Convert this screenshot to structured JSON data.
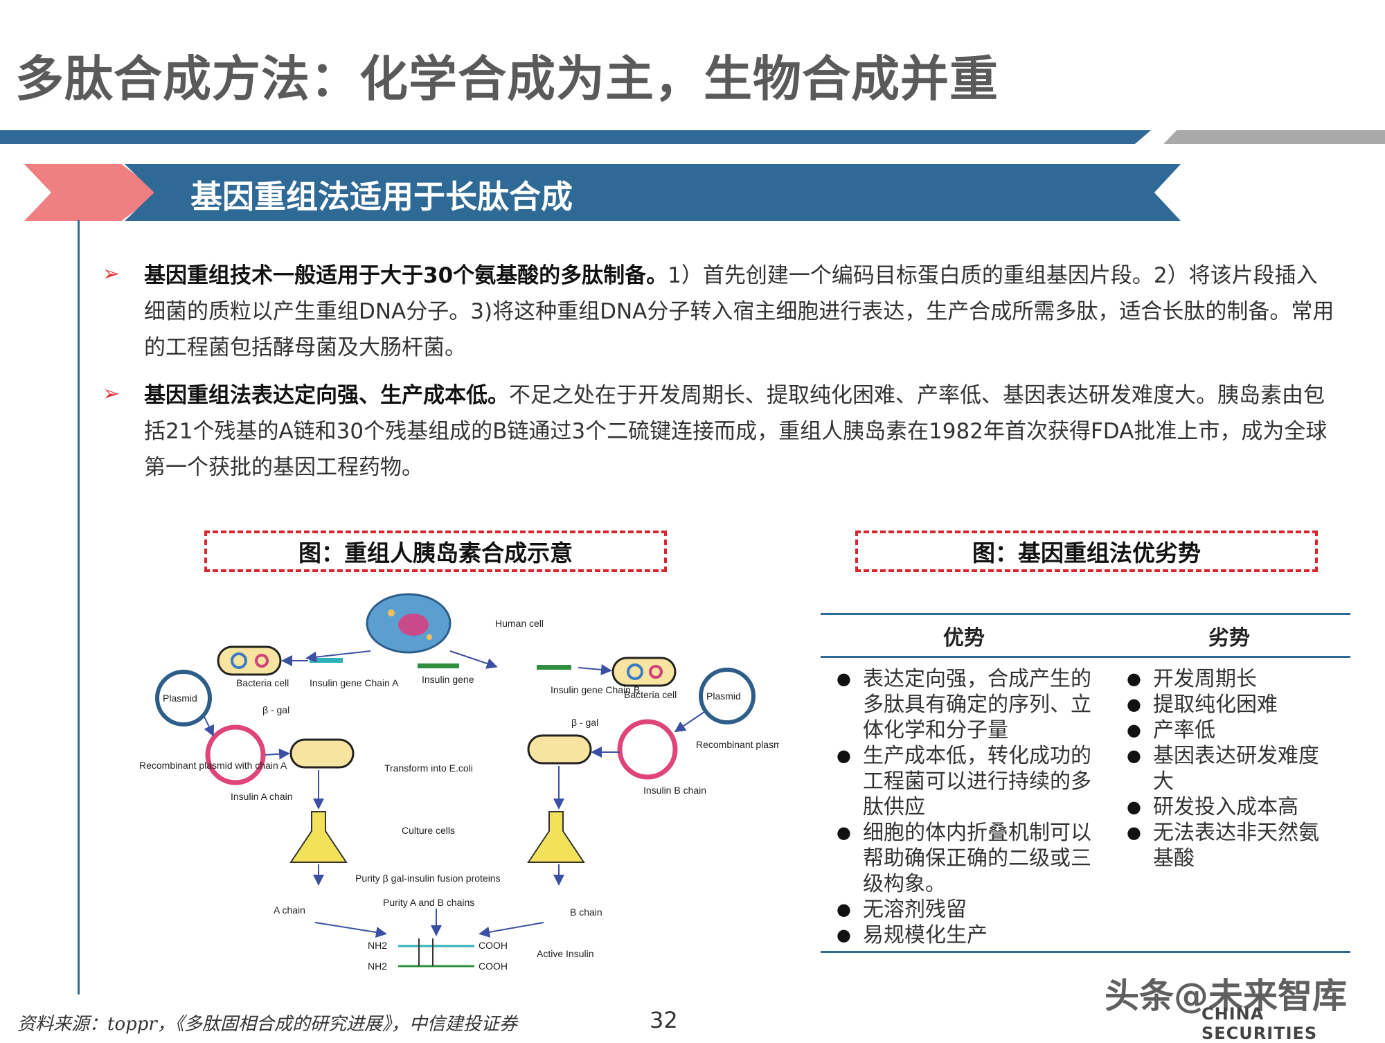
{
  "title": "多肽合成方法：化学合成为主，生物合成并重",
  "banner": "基因重组法适用于长肽合成",
  "paragraphs": [
    {
      "bold": "基因重组技术一般适用于大于30个氨基酸的多肽制备。",
      "text": "1）首先创建一个编码目标蛋白质的重组基因片段。2）将该片段插入细菌的质粒以产生重组DNA分子。3)将这种重组DNA分子转入宿主细胞进行表达，生产合成所需多肽，适合长肽的制备。常用的工程菌包括酵母菌及大肠杆菌。"
    },
    {
      "bold": "基因重组法表达定向强、生产成本低。",
      "text": "不足之处在于开发周期长、提取纯化困难、产率低、基因表达研发难度大。胰岛素由包括21个残基的A链和30个残基组成的B链通过3个二硫键连接而成，重组人胰岛素在1982年首次获得FDA批准上市，成为全球第一个获批的基因工程药物。"
    }
  ],
  "figure_left_title": "图：重组人胰岛素合成示意",
  "figure_right_title": "图：基因重组法优劣势",
  "diagram_labels": {
    "human_cell": "Human cell",
    "insulin_gene": "Insulin gene",
    "bacteria_cell_a": "Bacteria cell",
    "bacteria_cell_b": "Bacteria cell",
    "insulin_gene_chain_a": "Insulin gene Chain A",
    "insulin_gene_chain_b": "Insulin gene Chain B",
    "plasmid_a": "Plasmid",
    "plasmid_b": "Plasmid",
    "b_gal_a": "β - gal",
    "b_gal_b": "β - gal",
    "recombinant_a": "Recombinant plasmid with chain A",
    "recombinant_b": "Recombinant plasmid with chain B",
    "insulin_a_chain": "Insulin A chain",
    "insulin_b_chain": "Insulin B chain",
    "transform": "Transform into E.coli",
    "culture": "Culture cells",
    "purity_fusion": "Purity β gal-insulin fusion proteins",
    "a_chain": "A chain",
    "b_chain": "B chain",
    "purity_ab": "Purity A and B chains",
    "nh2_top": "NH2",
    "nh2_bottom": "NH2",
    "cooh_top": "COOH",
    "cooh_bottom": "COOH",
    "active_insulin": "Active Insulin"
  },
  "table": {
    "headers": [
      "优势",
      "劣势"
    ],
    "advantages": [
      "表达定向强，合成产生的多肽具有确定的序列、立体化学和分子量",
      "生产成本低，转化成功的工程菌可以进行持续的多肽供应",
      "细胞的体内折叠机制可以帮助确保正确的二级或三级构象。",
      "无溶剂残留",
      "易规模化生产"
    ],
    "disadvantages": [
      "开发周期长",
      "提取纯化困难",
      "产率低",
      "基因表达研发难度大",
      "研发投入成本高",
      "无法表达非天然氨基酸"
    ]
  },
  "source": "资料来源：toppr，《多肽固相合成的研究进展》，中信建投证券",
  "page_number": "32",
  "watermark": "头条@未来智库",
  "watermark_sub": "CHINA SECURITIES",
  "colors": {
    "blue": "#2f6a96",
    "pink": "#f07f82",
    "red": "#d9262c",
    "gray": "#a9a9a9"
  }
}
